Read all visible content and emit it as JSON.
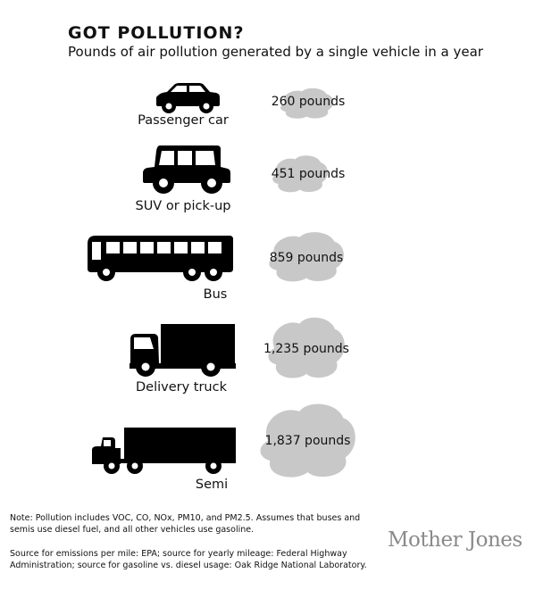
{
  "chart_data": {
    "type": "bar",
    "title": "GOT POLLUTION?",
    "subtitle": "Pounds of air pollution generated by a single vehicle in a year",
    "categories": [
      "Passenger car",
      "SUV or pick-up",
      "Bus",
      "Delivery truck",
      "Semi"
    ],
    "values": [
      260,
      451,
      859,
      1235,
      1837
    ],
    "value_labels": [
      "260 pounds",
      "451 pounds",
      "859 pounds",
      "1,235 pounds",
      "1,837 pounds"
    ]
  },
  "notes": {
    "pollution": "Note: Pollution includes VOC, CO, NOx, PM10, and PM2.5. Assumes that buses and semis use diesel fuel, and all other vehicles use gasoline.",
    "sources": "Source for emissions per mile: EPA; source for yearly mileage: Federal Highway Administration; source for gasoline vs. diesel usage: Oak Ridge National Laboratory."
  },
  "logo": "Mother Jones",
  "colors": {
    "vehicle": "#000000",
    "cloud": "#c8c8c8",
    "logo": "#8a8a8a"
  }
}
